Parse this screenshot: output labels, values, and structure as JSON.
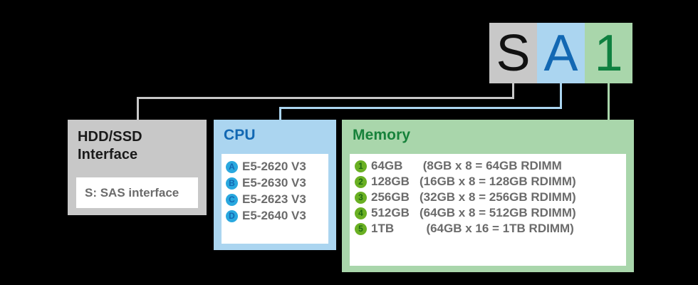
{
  "model_code": {
    "segments": [
      {
        "char": "S",
        "bg": "#c8c8c8",
        "fg": "#111111",
        "name": "code-segment-interface"
      },
      {
        "char": "A",
        "bg": "#abd5f0",
        "fg": "#1268b3",
        "name": "code-segment-cpu"
      },
      {
        "char": "1",
        "bg": "#a9d6ab",
        "fg": "#0f8040",
        "name": "code-segment-memory"
      }
    ]
  },
  "connectors": [
    {
      "name": "connector-interface",
      "color": "#c8c8c8"
    },
    {
      "name": "connector-cpu",
      "color": "#abd5f0"
    },
    {
      "name": "connector-memory",
      "color": "#a9d6ab"
    }
  ],
  "panels": {
    "hdd": {
      "title_line1": "HDD/SSD",
      "title_line2": "Interface",
      "value": "S: SAS interface",
      "header_color": "#c8c8c8",
      "title_color": "#1a1a1a"
    },
    "cpu": {
      "title": "CPU",
      "header_color": "#abd5f0",
      "title_color": "#1268b3",
      "badge_color": "#29a8df",
      "items": [
        {
          "badge": "A",
          "text": "E5-2620 V3"
        },
        {
          "badge": "B",
          "text": "E5-2630 V3"
        },
        {
          "badge": "C",
          "text": "E5-2623 V3"
        },
        {
          "badge": "D",
          "text": "E5-2640 V3"
        }
      ]
    },
    "memory": {
      "title": "Memory",
      "header_color": "#a9d6ab",
      "title_color": "#17823b",
      "badge_color": "#6ab023",
      "items": [
        {
          "badge": "1",
          "size": "64GB",
          "detail": " (8GB x 8 = 64GB RDIMM"
        },
        {
          "badge": "2",
          "size": "128GB",
          "detail": "(16GB x 8 = 128GB RDIMM)"
        },
        {
          "badge": "3",
          "size": "256GB",
          "detail": "(32GB x 8 = 256GB RDIMM)"
        },
        {
          "badge": "4",
          "size": "512GB",
          "detail": "(64GB x 8 = 512GB RDIMM)"
        },
        {
          "badge": "5",
          "size": "1TB",
          "detail": "  (64GB x 16 = 1TB RDIMM)"
        }
      ]
    }
  }
}
